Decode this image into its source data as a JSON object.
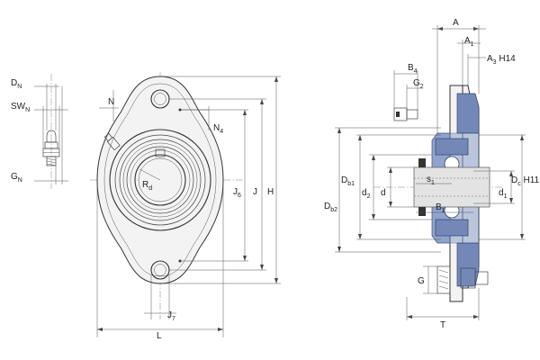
{
  "labels": {
    "DN": {
      "main": "D",
      "sub": "N"
    },
    "SWN": {
      "main": "SW",
      "sub": "N"
    },
    "GN": {
      "main": "G",
      "sub": "N"
    },
    "N": {
      "main": "N"
    },
    "N4": {
      "main": "N",
      "sub": "4"
    },
    "Rd": {
      "main": "R",
      "sub": "d"
    },
    "J6": {
      "main": "J",
      "sub": "6"
    },
    "J": {
      "main": "J"
    },
    "H": {
      "main": "H"
    },
    "J7": {
      "main": "J",
      "sub": "7"
    },
    "L": {
      "main": "L"
    },
    "A": {
      "main": "A"
    },
    "A1": {
      "main": "A",
      "sub": "1"
    },
    "A3": {
      "main": "A",
      "sub": "3",
      "suffix": " H14"
    },
    "B4": {
      "main": "B",
      "sub": "4"
    },
    "G2": {
      "main": "G",
      "sub": "2"
    },
    "Db1": {
      "main": "D",
      "sub": "b1"
    },
    "Db2": {
      "main": "D",
      "sub": "b2"
    },
    "d2": {
      "main": "d",
      "sub": "2"
    },
    "d": {
      "main": "d"
    },
    "s1": {
      "main": "s",
      "sub": "1"
    },
    "B1": {
      "main": "B",
      "sub": "1"
    },
    "d1": {
      "main": "d",
      "sub": "1"
    },
    "Dc": {
      "main": "D",
      "sub": "c",
      "suffix": " H11"
    },
    "G": {
      "main": "G"
    },
    "T": {
      "main": "T"
    }
  },
  "colors": {
    "line": "#444444",
    "bearing_fill": "#8fa3cc",
    "housing_fill": "#f3f3f3",
    "shaft_fill": "#e3e3e3"
  }
}
